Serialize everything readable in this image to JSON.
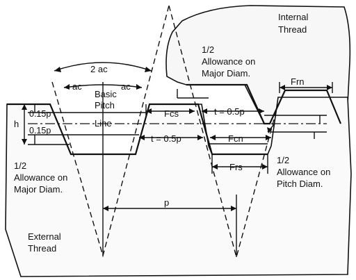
{
  "labels": {
    "internal_thread": [
      "Internal",
      "Thread"
    ],
    "external_thread": [
      "External",
      "Thread"
    ],
    "half_allowance_major_top": [
      "1/2",
      "Allowance on",
      "Major Diam."
    ],
    "half_allowance_major_left": [
      "1/2",
      "Allowance on",
      "Major Diam."
    ],
    "half_allowance_pitch": [
      "1/2",
      "Allowance on",
      "Pitch Diam."
    ],
    "basic_pitch_line": [
      "Basic",
      "Pitch",
      "Line"
    ],
    "two_ac": "2 ac",
    "ac_left": "ac",
    "ac_right": "ac",
    "h": "h",
    "p_015_upper": "0.15p",
    "p_015_lower": "0.15p",
    "t_upper": "t = 0.5p",
    "t_lower": "t = 0.5p",
    "fcs": "Fcs",
    "fcn": "Fcn",
    "frs": "Frs",
    "frn": "Frn",
    "p": "p"
  }
}
